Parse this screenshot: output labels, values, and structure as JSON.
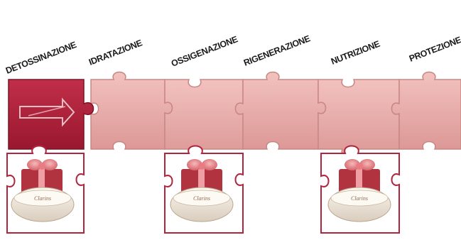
{
  "steps": [
    {
      "label": "DETOSSINAZIONE",
      "active": true
    },
    {
      "label": "IDRATAZIONE",
      "active": false
    },
    {
      "label": "OSSIGENAZIONE",
      "active": false
    },
    {
      "label": "RIGENERAZIONE",
      "active": false
    },
    {
      "label": "NUTRIZIONE",
      "active": false
    },
    {
      "label": "PROTEZIONE",
      "active": false
    }
  ],
  "colors": {
    "active_piece": "#b0253d",
    "active_piece_edge": "#7a1326",
    "inactive_piece": "#e9adab",
    "inactive_piece_edge": "#c98783",
    "lower_piece_outline": "#b0253d"
  },
  "icons": {
    "arrow": "arrow-right-icon",
    "product": "gift-jar-icon"
  }
}
